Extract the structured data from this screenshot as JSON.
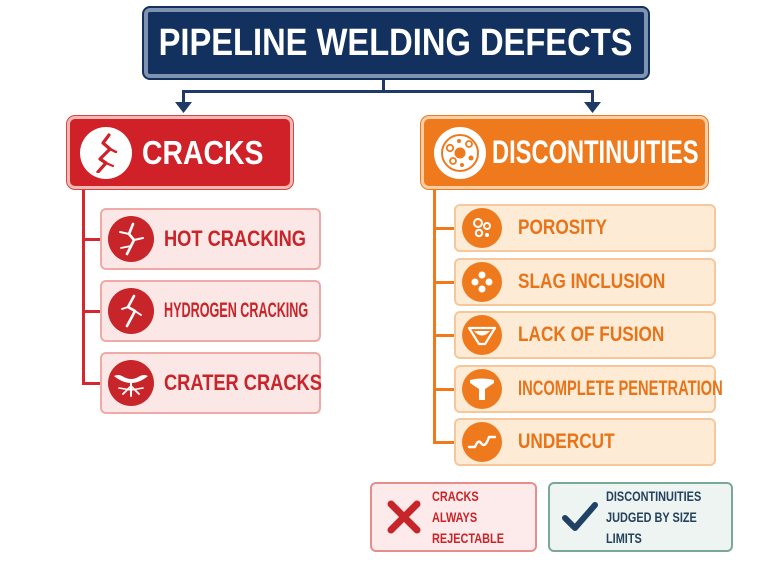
{
  "title": "PIPELINE WELDING DEFECTS",
  "categories": [
    {
      "label": "CRACKS",
      "icon": "crack-icon",
      "color": "#cf2127",
      "items": [
        {
          "label": "HOT CRACKING",
          "icon": "crack-branch-icon"
        },
        {
          "label": "HYDROGEN CRACKING",
          "icon": "crack-lightning-icon"
        },
        {
          "label": "CRATER CRACKS",
          "icon": "crater-crack-icon"
        }
      ]
    },
    {
      "label": "DISCONTINUITIES",
      "icon": "bubbles-icon",
      "color": "#ef7a1e",
      "items": [
        {
          "label": "POROSITY",
          "icon": "pores-icon"
        },
        {
          "label": "SLAG INCLUSION",
          "icon": "slag-icon"
        },
        {
          "label": "LACK OF FUSION",
          "icon": "fusion-groove-icon"
        },
        {
          "label": "INCOMPLETE PENETRATION",
          "icon": "penetration-icon"
        },
        {
          "label": "UNDERCUT",
          "icon": "undercut-icon"
        }
      ]
    }
  ],
  "notes": [
    {
      "text": "CRACKS ALWAYS\nREJECTABLE",
      "icon": "x-mark-icon",
      "color": "#c8252a"
    },
    {
      "text": "DISCONTINUITIES\nJUDGED BY SIZE LIMITS",
      "icon": "check-mark-icon",
      "color": "#1f4163"
    }
  ]
}
